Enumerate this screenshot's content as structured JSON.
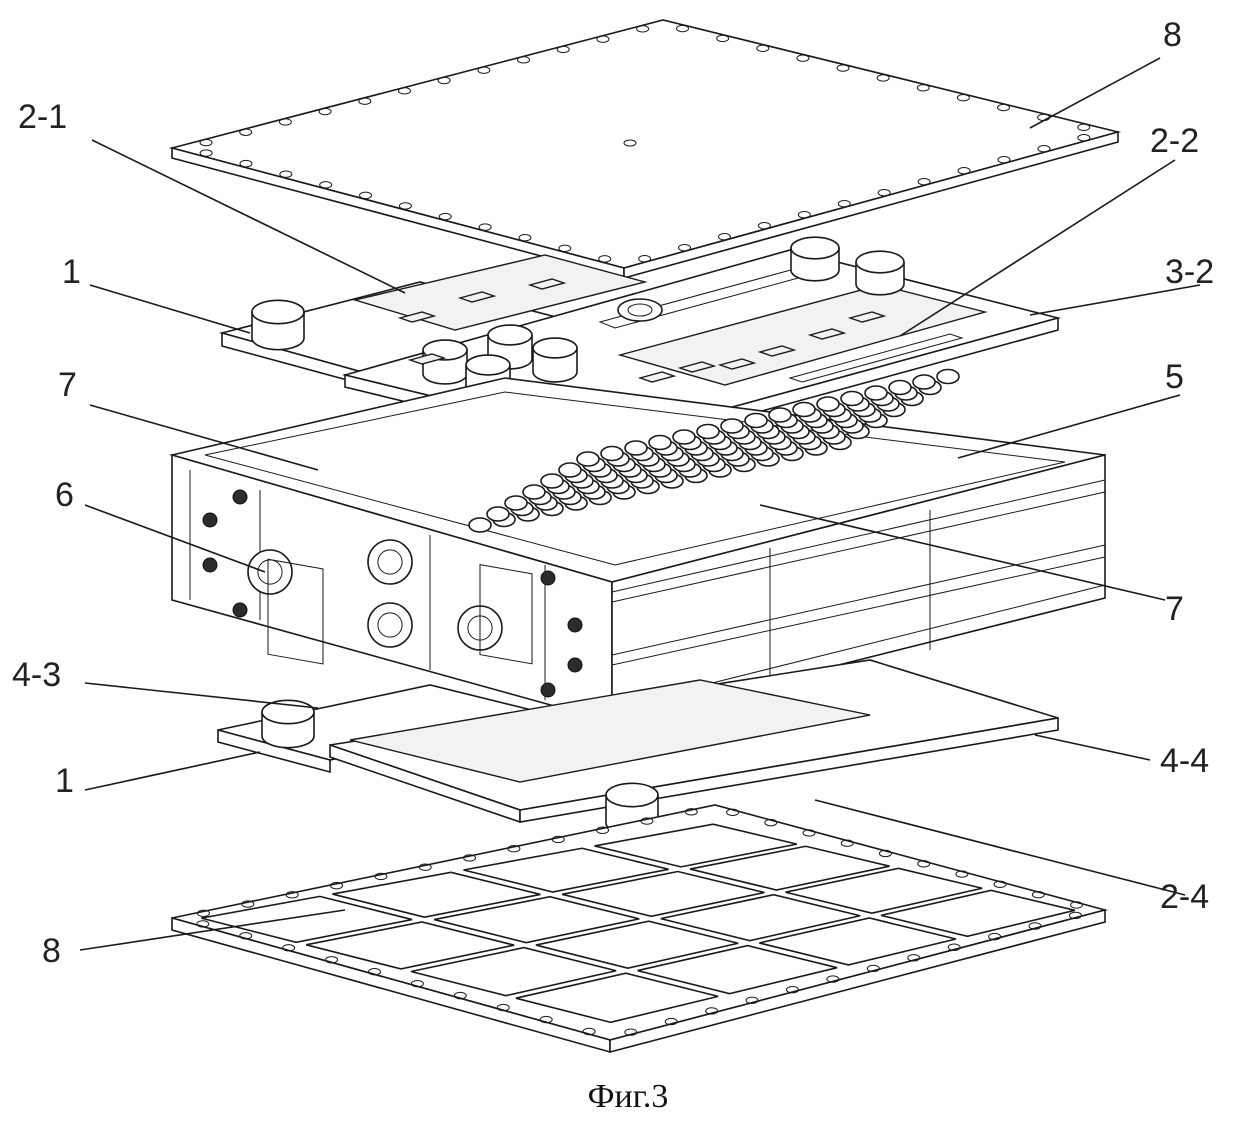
{
  "figure": {
    "caption": "Фиг.3",
    "labels": {
      "top_cover": "8",
      "board_2_1": "2-1",
      "board_2_2": "2-2",
      "part_1_top": "1",
      "part_3_2": "3-2",
      "part_7_left": "7",
      "part_5": "5",
      "part_6": "6",
      "part_7_right": "7",
      "part_4_3": "4-3",
      "part_1_bottom": "1",
      "part_4_4": "4-4",
      "part_2_4": "2-4",
      "bottom_cover": "8"
    }
  }
}
